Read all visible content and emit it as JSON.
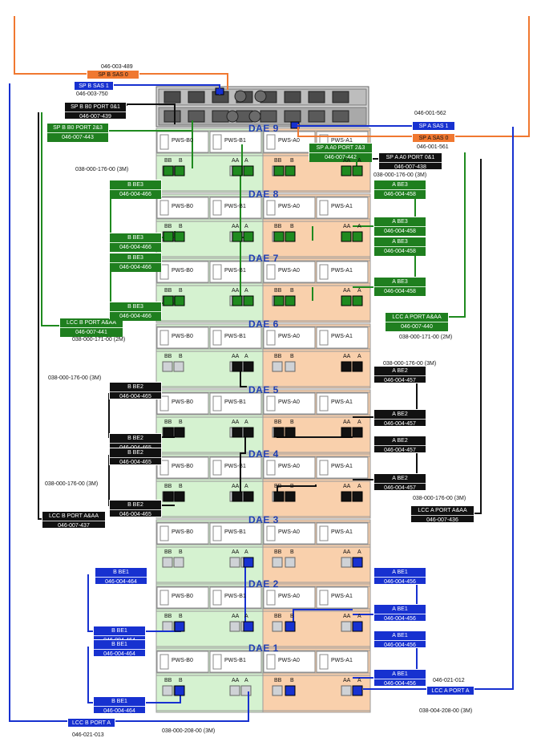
{
  "colors": {
    "green_cable": "#1f8a1f",
    "black_cable": "#111111",
    "blue_cable": "#1731d0",
    "orange_cable": "#f07830",
    "b_side_fill": "#d5f2d0",
    "a_side_fill": "#f9d0ac",
    "dae_label": "#1f3fb4"
  },
  "labels": {
    "sp_b_sas0_pn": "046-003-489",
    "sp_b_sas0": "SP B SAS 0",
    "sp_b_sas1": "SP B SAS 1",
    "sp_b_sas1_pn": "046-003-750",
    "sp_b_b0_port01": "SP B B0 PORT 0&1",
    "sp_b_b0_port01_pn": "046-007-439",
    "sp_b_b0_port23": "SP B B0 PORT 2&3",
    "sp_b_b0_port23_pn": "046-007-443",
    "sp_a_sas1_pn": "046-001-562",
    "sp_a_sas1": "SP A SAS 1",
    "sp_a_sas0": "SP A SAS 0",
    "sp_a_sas0_pn": "046-001-561",
    "sp_a_a0_port23": "SP A A0 PORT 2&3",
    "sp_a_a0_port23_pn": "046-007-442",
    "sp_a_a0_port01": "SP A A0 PORT 0&1",
    "sp_a_a0_port01_pn": "046-007-438",
    "cable_3m_176_left_top": "038-000-176-00 (3M)",
    "cable_3m_176_right_top": "038-000-176-00 (3M)",
    "cable_2m_171_left": "038-000-171-00 (2M)",
    "cable_2m_171_right": "038-000-171-00 (2M)",
    "cable_3m_176_right_mid": "038-000-176-00 (3M)",
    "cable_3m_176_left_mid": "038-000-176-00 (3M)",
    "cable_3m_176_left_low": "038-000-176-00 (3M)",
    "cable_3m_176_right_low": "038-000-176-00 (3M)",
    "lcc_b_port_aa_1": "LCC B PORT A&AA",
    "lcc_b_port_aa_1_pn": "046-007-441",
    "lcc_a_port_aa_1": "LCC A PORT A&AA",
    "lcc_a_port_aa_1_pn": "046-007-440",
    "lcc_b_port_aa_2": "LCC B PORT A&AA",
    "lcc_b_port_aa_2_pn": "046-007-437",
    "lcc_a_port_aa_2": "LCC A PORT A&AA",
    "lcc_a_port_aa_2_pn": "046-007-436",
    "lcc_b_port_a": "LCC B PORT A",
    "lcc_b_port_a_pn": "046-021-013",
    "lcc_a_port_a": "LCC A PORT A",
    "lcc_a_port_a_pn": "046-021-012",
    "cable_208_bottom": "038-000-208-00 (3M)",
    "cable_208_right": "038-004-208-00 (3M)"
  },
  "ports": {
    "bb": "BB",
    "b": "B",
    "aa": "AA",
    "a": "A"
  },
  "pws": {
    "b0": "PWS-B0",
    "b1": "PWS-B1",
    "a0": "PWS-A0",
    "a1": "PWS-A1"
  },
  "daes": [
    {
      "name": "DAE 9"
    },
    {
      "name": "DAE 8"
    },
    {
      "name": "DAE 7"
    },
    {
      "name": "DAE 6"
    },
    {
      "name": "DAE 5"
    },
    {
      "name": "DAE 4"
    },
    {
      "name": "DAE 3"
    },
    {
      "name": "DAE 2"
    },
    {
      "name": "DAE 1"
    }
  ],
  "tags": [
    {
      "k": "b_be3_1",
      "color": "green",
      "l1": "B BE3",
      "l2": "046-004-466"
    },
    {
      "k": "b_be3_2",
      "color": "green",
      "l1": "B BE3",
      "l2": "046-004-466"
    },
    {
      "k": "b_be3_3",
      "color": "green",
      "l1": "B BE3",
      "l2": "046-004-466"
    },
    {
      "k": "b_be3_4",
      "color": "green",
      "l1": "B BE3",
      "l2": "046-004-466"
    },
    {
      "k": "a_be3_1",
      "color": "green",
      "l1": "A BE3",
      "l2": "046-004-458"
    },
    {
      "k": "a_be3_2",
      "color": "green",
      "l1": "A BE3",
      "l2": "046-004-458"
    },
    {
      "k": "a_be3_3",
      "color": "green",
      "l1": "A BE3",
      "l2": "046-004-458"
    },
    {
      "k": "a_be3_4",
      "color": "green",
      "l1": "A BE3",
      "l2": "046-004-458"
    },
    {
      "k": "b_be2_1",
      "color": "black",
      "l1": "B BE2",
      "l2": "046-004-465"
    },
    {
      "k": "b_be2_2",
      "color": "black",
      "l1": "B BE2",
      "l2": "046-004-465"
    },
    {
      "k": "b_be2_3",
      "color": "black",
      "l1": "B BE2",
      "l2": "046-004-465"
    },
    {
      "k": "b_be2_4",
      "color": "black",
      "l1": "B BE2",
      "l2": "046-004-465"
    },
    {
      "k": "a_be2_1",
      "color": "black",
      "l1": "A BE2",
      "l2": "046-004-457"
    },
    {
      "k": "a_be2_2",
      "color": "black",
      "l1": "A BE2",
      "l2": "046-004-457"
    },
    {
      "k": "a_be2_3",
      "color": "black",
      "l1": "A BE2",
      "l2": "046-004-457"
    },
    {
      "k": "a_be2_4",
      "color": "black",
      "l1": "A BE2",
      "l2": "046-004-457"
    },
    {
      "k": "b_be1_1",
      "color": "blue",
      "l1": "B BE1",
      "l2": "046-004-464"
    },
    {
      "k": "b_be1_2",
      "color": "blue",
      "l1": "B BE1",
      "l2": "046-004-464"
    },
    {
      "k": "b_be1_3",
      "color": "blue",
      "l1": "B BE1",
      "l2": "046-004-464"
    },
    {
      "k": "b_be1_4",
      "color": "blue",
      "l1": "B BE1",
      "l2": "046-004-464"
    },
    {
      "k": "a_be1_1",
      "color": "blue",
      "l1": "A BE1",
      "l2": "046-004-456"
    },
    {
      "k": "a_be1_2",
      "color": "blue",
      "l1": "A BE1",
      "l2": "046-004-456"
    },
    {
      "k": "a_be1_3",
      "color": "blue",
      "l1": "A BE1",
      "l2": "046-004-456"
    },
    {
      "k": "a_be1_4",
      "color": "blue",
      "l1": "A BE1",
      "l2": "046-004-456"
    }
  ]
}
